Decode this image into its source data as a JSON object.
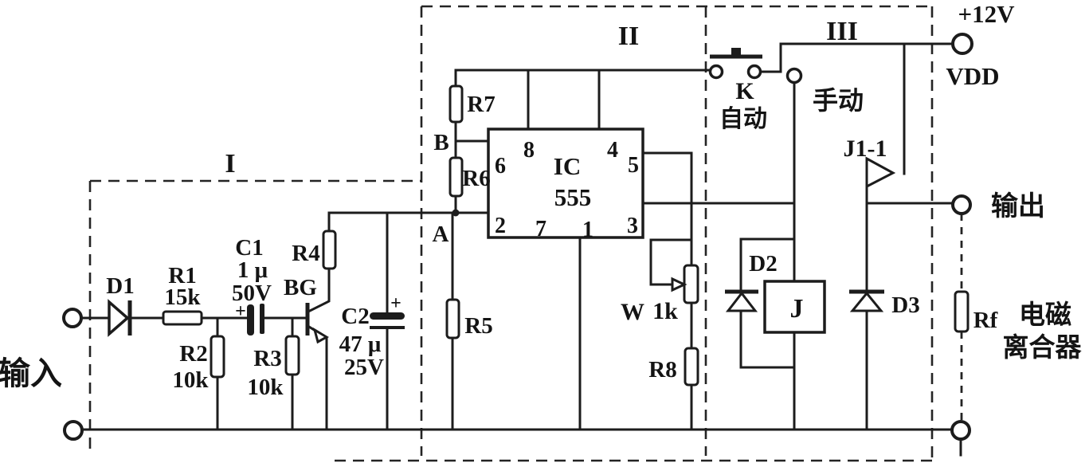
{
  "diagram": {
    "sections": {
      "i": "I",
      "ii": "II",
      "iii": "III"
    },
    "power": {
      "rail": "+12V",
      "vdd": "VDD"
    },
    "terminals": {
      "input": "输入",
      "output": "输出"
    },
    "ic555": {
      "ref": "IC",
      "part": "555",
      "pins": {
        "p1": "1",
        "p2": "2",
        "p3": "3",
        "p4": "4",
        "p5": "5",
        "p6": "6",
        "p7": "7",
        "p8": "8"
      }
    },
    "nodes": {
      "a": "A",
      "b": "B"
    },
    "components": {
      "d1": "D1",
      "r1": "R1",
      "r1_val": "15k",
      "r2": "R2",
      "r2_val": "10k",
      "c1": "C1",
      "c1_uf": "1 μ",
      "c1_v": "50V",
      "c1_plus": "+",
      "r3": "R3",
      "r3_val": "10k",
      "bg": "BG",
      "r4": "R4",
      "c2": "C2",
      "c2_uf": "47 μ",
      "c2_v": "25V",
      "c2_plus": "+",
      "r5": "R5",
      "r6": "R6",
      "r7": "R7",
      "w": "W",
      "w_val": "1k",
      "r8": "R8",
      "k": "K",
      "k_mode": "自动",
      "manual": "手动",
      "j11": "J1-1",
      "d2": "D2",
      "relay": "J",
      "d3": "D3",
      "rf": "Rf",
      "clutch_line1": "电磁",
      "clutch_line2": "离合器"
    },
    "colors": {
      "ink": "#1c1c1c",
      "paper": "#ffffff"
    }
  }
}
